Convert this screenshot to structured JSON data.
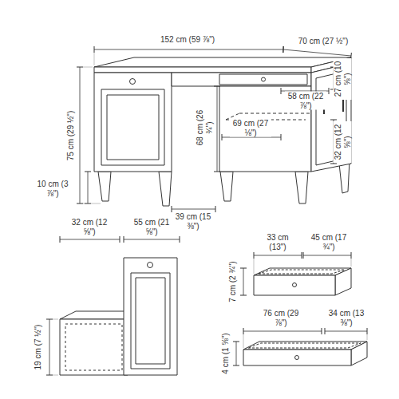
{
  "diagram": {
    "labels": [
      "152 cm (59 ⅞\")",
      "70 cm (27 ½\")",
      "58 cm (22 ⅞\")",
      "27 cm (10 ⅝\")",
      "75 cm (29 ½\")",
      "68 cm (26 ¾\")",
      "69 cm (27 ⅛\")",
      "32 cm (12 ⅝\")",
      "10 cm (3 ⅞\")",
      "39 cm (15 ⅜\")",
      "32 cm (12 ⅝\")",
      "55 cm (21 ⅝\")",
      "19 cm (7 ½\")",
      "33 cm (13\")",
      "45 cm (17 ¾\")",
      "7 cm (2 ¾\")",
      "76 cm (29 ⅞\")",
      "34 cm (13 ⅜\")",
      "4 cm (1 ⅝\")"
    ]
  }
}
